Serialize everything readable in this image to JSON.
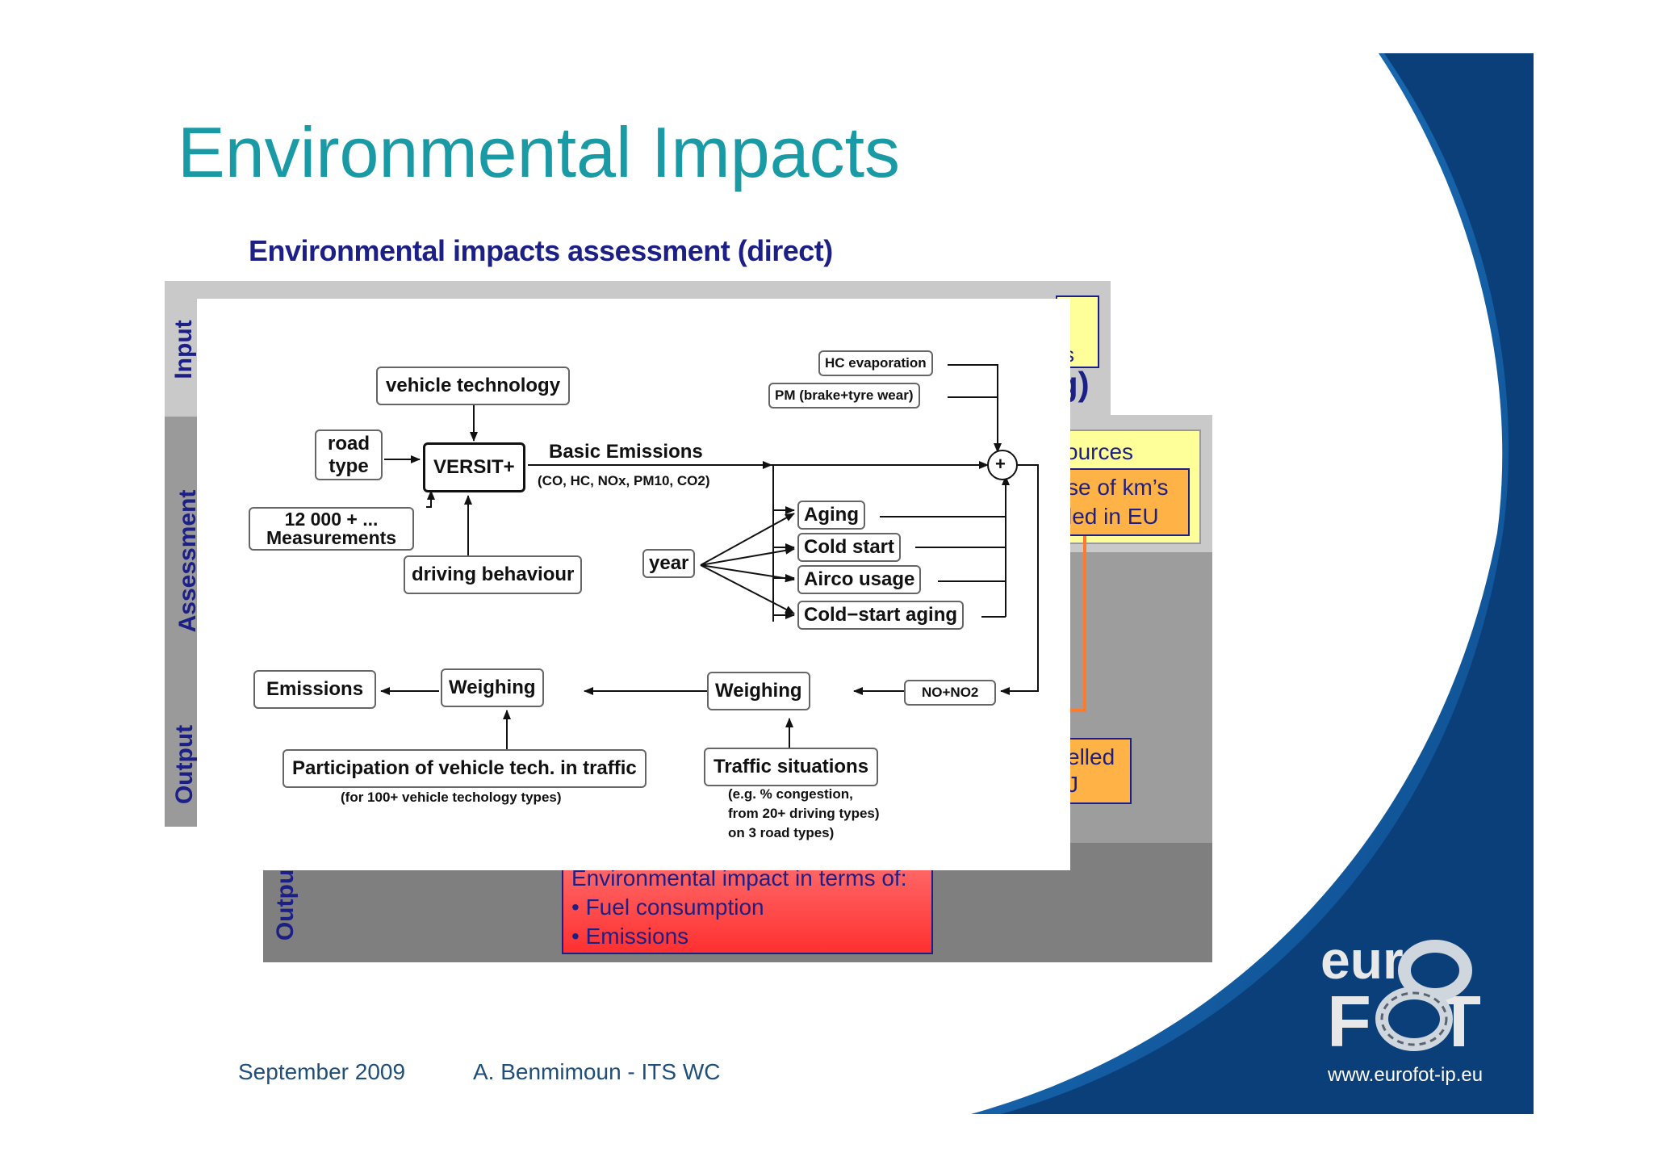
{
  "slide": {
    "title": "Environmental Impacts",
    "subtitle": "Environmental impacts assessment (direct)"
  },
  "footer": {
    "date": "September 2009",
    "author": "A. Benmimoun - ITS WC",
    "website": "www.eurofot-ip.eu"
  },
  "logo": {
    "text": "euroFOT"
  },
  "background_slide": {
    "stage_labels": [
      "Input",
      "Assessment",
      "Output"
    ],
    "lower_stage_label": "Outpu",
    "fragments": {
      "top_right_fragment": "s",
      "heading_fragment": "g)",
      "sources_fragment": "ources",
      "km_fragment_line1": "se of km’s",
      "km_fragment_line2": "led in EU",
      "travelled_fragment_line1": "elled",
      "travelled_fragment_line2": "J"
    },
    "output_box": {
      "heading": "Environmental impact in terms of:",
      "items": [
        "• Fuel consumption",
        "• Emissions"
      ]
    },
    "colors": {
      "grey_dark": "#8a8a8a",
      "grey_light": "#c9c9c9",
      "yellow": "#ffff99",
      "orange": "#ffb347",
      "red": "#ff4d4d",
      "navy": "#1b1f86"
    }
  },
  "diagram": {
    "nodes": {
      "vehicle_technology": "vehicle technology",
      "road_type_line1": "road",
      "road_type_line2": "type",
      "versit": "VERSIT+",
      "measurements_line1": "12 000 + ...",
      "measurements_line2": "Measurements",
      "driving_behaviour": "driving behaviour",
      "hc_evaporation": "HC evaporation",
      "pm_wear": "PM (brake+tyre wear)",
      "aging": "Aging",
      "cold_start": "Cold start",
      "airco_usage": "Airco usage",
      "cold_start_aging": "Cold−start aging",
      "year": "year",
      "plus": "+",
      "no_no2": "NO+NO2",
      "weighing_right": "Weighing",
      "weighing_left": "Weighing",
      "emissions": "Emissions",
      "participation": "Participation of vehicle tech.  in traffic",
      "traffic_situations": "Traffic situations"
    },
    "notes": {
      "basic_emissions": "Basic Emissions",
      "basic_emissions_components": "(CO, HC, NOx, PM10, CO2)",
      "participation_note": "(for 100+ vehicle techology types)",
      "traffic_note_line1": "(e.g. % congestion,",
      "traffic_note_line2": "from 20+ driving types)",
      "traffic_note_line3": "on 3 road types)"
    }
  },
  "colors": {
    "title": "#1a9aa5",
    "subtitle": "#1b1f86",
    "footer": "#1f4e79",
    "brand_navy": "#0b3f7a",
    "brand_blue": "#1e78c2"
  }
}
